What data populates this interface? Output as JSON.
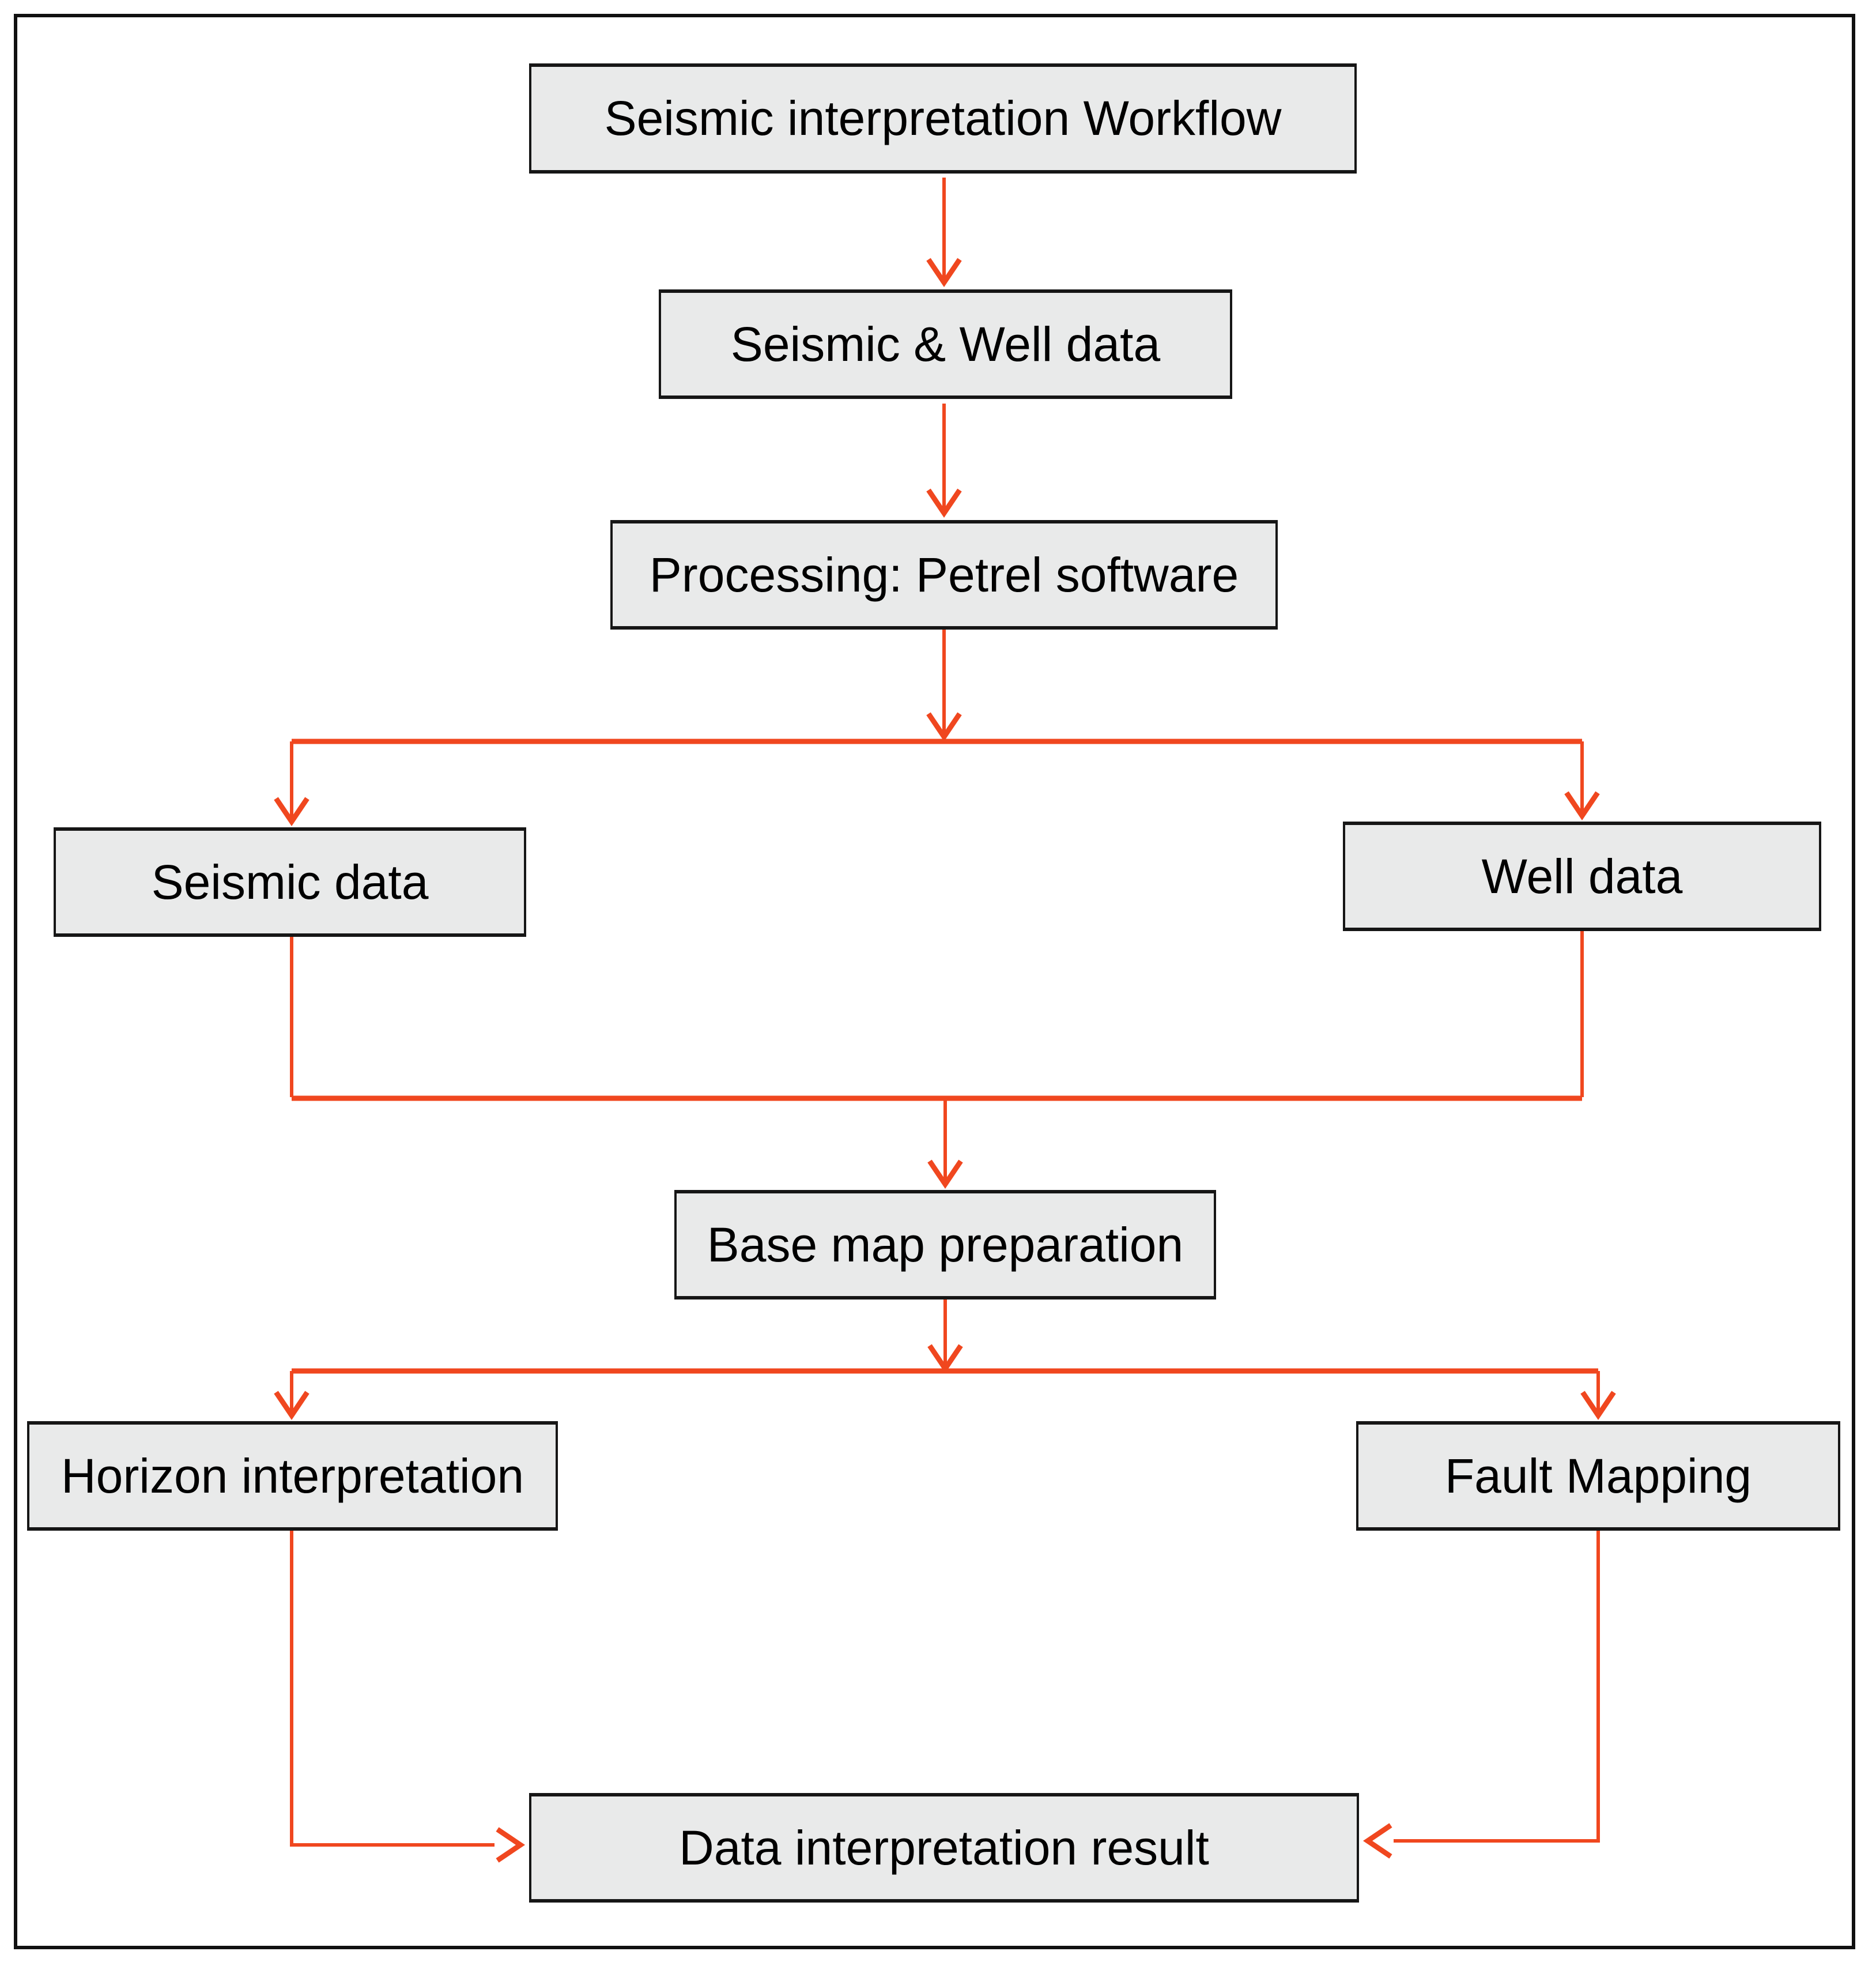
{
  "diagram": {
    "nodes": {
      "title": {
        "label": "Seismic interpretation Workflow"
      },
      "seismic_well": {
        "label": "Seismic & Well data"
      },
      "processing": {
        "label": "Processing: Petrel software"
      },
      "seismic_data": {
        "label": "Seismic data"
      },
      "well_data": {
        "label": "Well data"
      },
      "base_map": {
        "label": "Base map preparation"
      },
      "horizon": {
        "label": "Horizon interpretation"
      },
      "fault": {
        "label": "Fault Mapping"
      },
      "result": {
        "label": "Data interpretation result"
      }
    },
    "edges": [
      {
        "from": "Seismic interpretation Workflow",
        "to": "Seismic & Well data"
      },
      {
        "from": "Seismic & Well data",
        "to": "Processing: Petrel software"
      },
      {
        "from": "Processing: Petrel software",
        "to": "Seismic data"
      },
      {
        "from": "Processing: Petrel software",
        "to": "Well data"
      },
      {
        "from": "Seismic data",
        "to": "Base map preparation"
      },
      {
        "from": "Well data",
        "to": "Base map preparation"
      },
      {
        "from": "Base map preparation",
        "to": "Horizon interpretation"
      },
      {
        "from": "Base map preparation",
        "to": "Fault Mapping"
      },
      {
        "from": "Horizon interpretation",
        "to": "Data interpretation result"
      },
      {
        "from": "Fault Mapping",
        "to": "Data interpretation result"
      }
    ],
    "colors": {
      "arrow": "#f0471f",
      "box_fill": "#e9eaea",
      "box_border": "#161616",
      "outer_border": "#111111",
      "text": "#000000",
      "background": "#ffffff"
    }
  }
}
